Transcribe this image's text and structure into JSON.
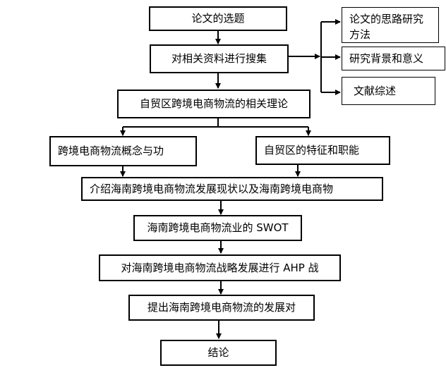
{
  "nodes": {
    "topic": "论文的选题",
    "data_search": "对相关资料进行搜集",
    "theory": "自贸区跨境电商物流的相关理论",
    "concept": "跨境电商物流概念与功",
    "ftz_features": "自贸区的特征和职能",
    "intro_status": "介绍海南跨境电商物流发展现状以及海南跨境电商物",
    "swot": "海南跨境电商物流业的 SWOT",
    "ahp": "对海南跨境电商物流战略发展进行 AHP 战",
    "countermeasures": "提出海南跨境电商物流的发展对",
    "conclusion": "结论"
  },
  "side_nodes": {
    "methods": "论文的思路研究方法",
    "background": "研究背景和意义",
    "review": "文献综述"
  }
}
